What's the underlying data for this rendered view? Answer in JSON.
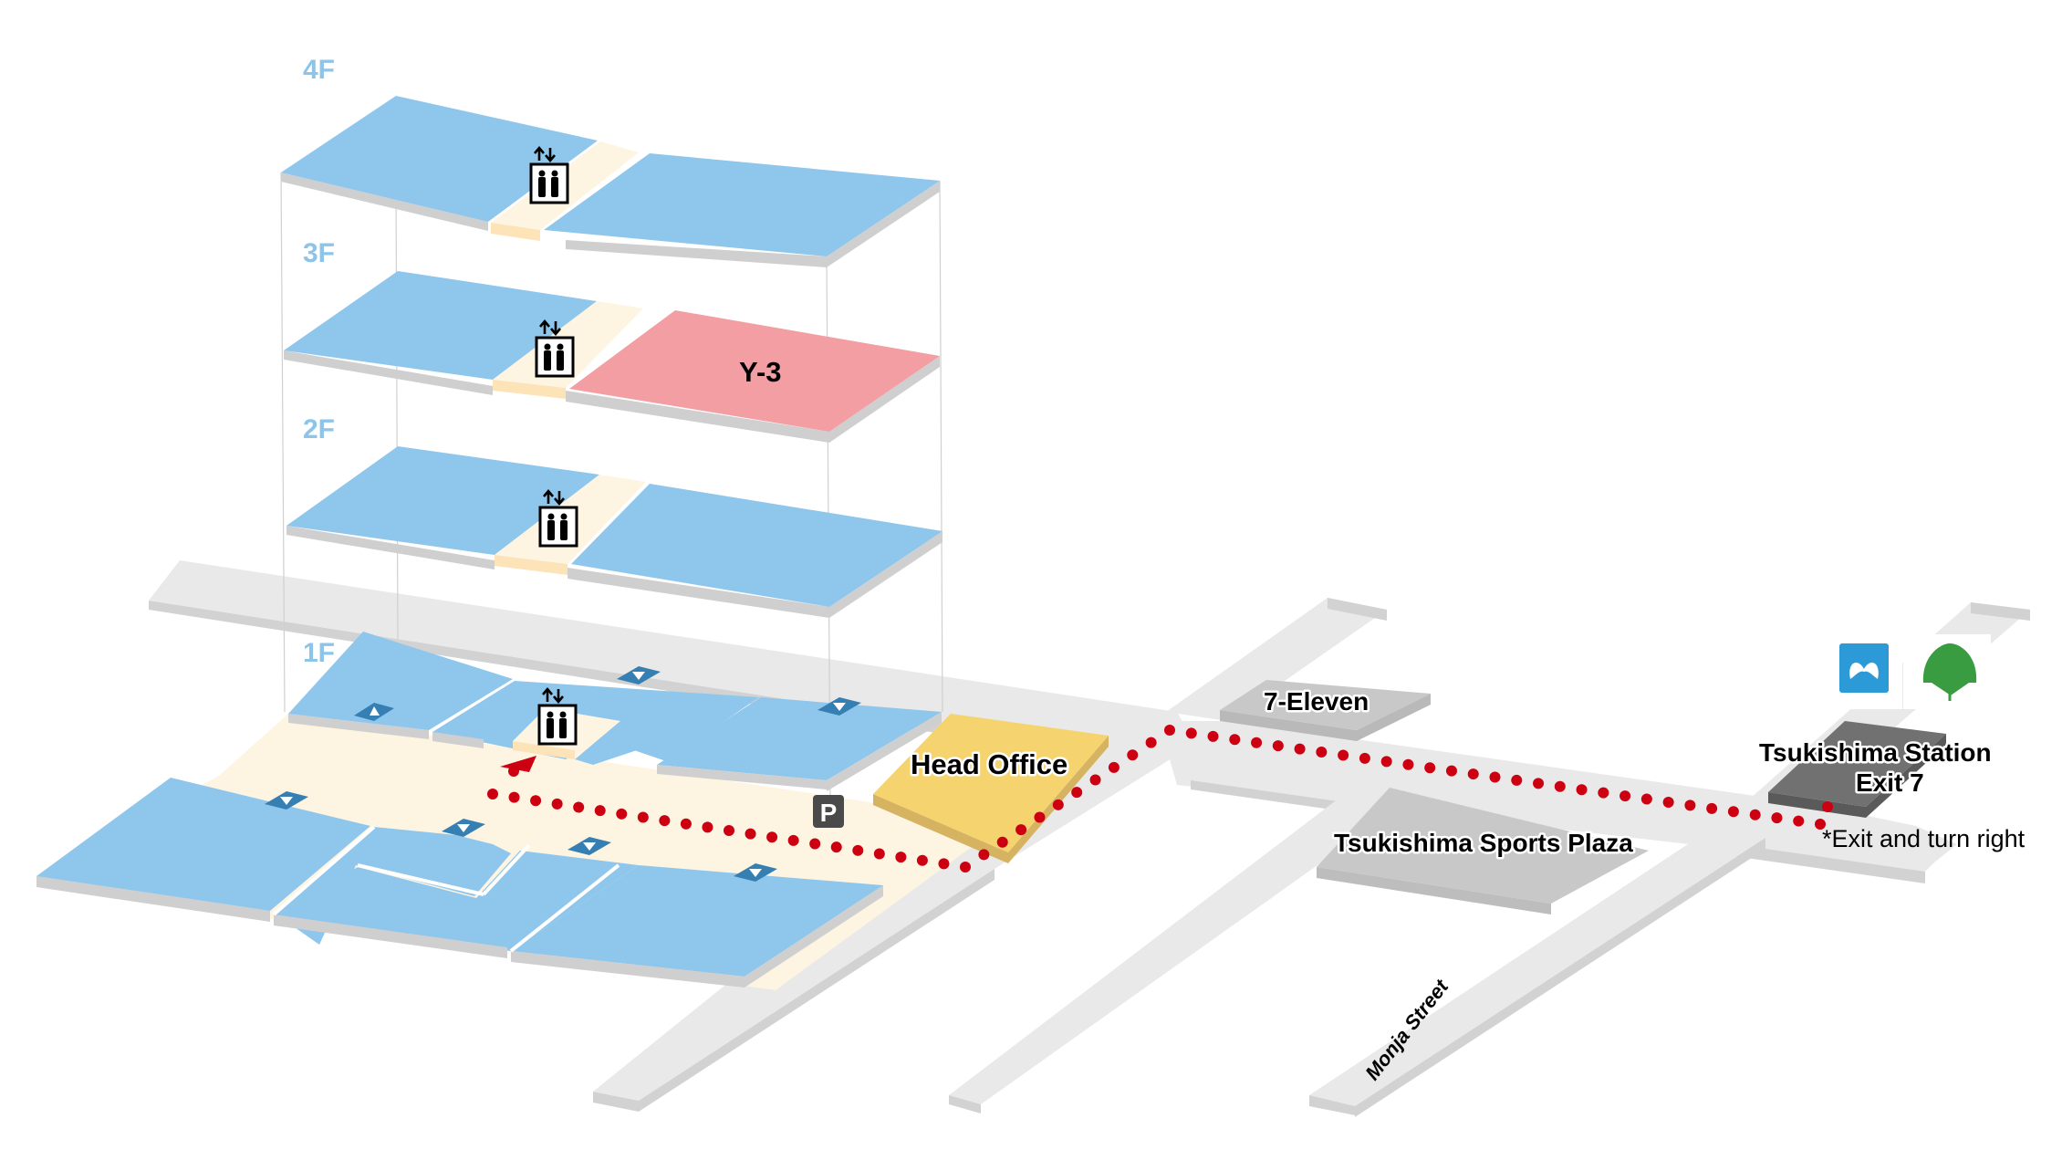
{
  "map": {
    "floors": [
      {
        "label": "4F",
        "highlighted_room": null
      },
      {
        "label": "3F",
        "highlighted_room": "Y-3"
      },
      {
        "label": "2F",
        "highlighted_room": null
      },
      {
        "label": "1F",
        "highlighted_room": null
      }
    ],
    "labels": {
      "y3": "Y-3",
      "head_office": "Head Office",
      "seven_eleven": "7-Eleven",
      "sports_plaza": "Tsukishima Sports Plaza",
      "station_line1": "Tsukishima Station",
      "station_line2": "Exit 7",
      "exit_note": "*Exit and turn right",
      "monja_street": "Monja Street",
      "parking": "P"
    },
    "icons": {
      "elevator": "elevator-icon",
      "tokyo_metro": "tokyo-metro-logo",
      "toei": "toei-subway-logo",
      "parking": "parking-icon",
      "entrance": "entrance-arrow-icon",
      "route_arrow": "route-arrow-icon"
    },
    "colors": {
      "office": "#8fc6ec",
      "corridor": "#fef4e2",
      "target_room": "#f29ea3",
      "head_office": "#f5d36f",
      "road": "#e9e9e9",
      "landmark": "#c8c8c8",
      "station": "#717171",
      "route": "#cc0010",
      "floor_label": "#8cc4ea",
      "metro_blue": "#2b9ad6",
      "toei_green": "#3a9c41"
    }
  }
}
